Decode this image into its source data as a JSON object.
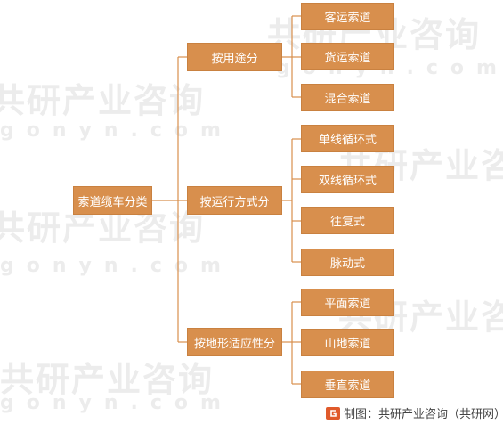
{
  "root": "索道缆车分类",
  "groups": [
    {
      "label": "按用途分",
      "children": [
        "客运索道",
        "货运索道",
        "混合索道"
      ]
    },
    {
      "label": "按运行方式分",
      "children": [
        "单线循环式",
        "双线循环式",
        "往复式",
        "脉动式"
      ]
    },
    {
      "label": "按地形适应性分",
      "children": [
        "平面索道",
        "山地索道",
        "垂直索道"
      ]
    }
  ],
  "watermark": {
    "cn": "共研产业咨询",
    "en": "gonyn.com"
  },
  "credit": "制图：共研产业咨询（共研网）",
  "colors": {
    "box": "#d88f4d",
    "line": "#d88f4d"
  },
  "icons": {
    "credit_logo": "gonyn-logo-icon"
  }
}
